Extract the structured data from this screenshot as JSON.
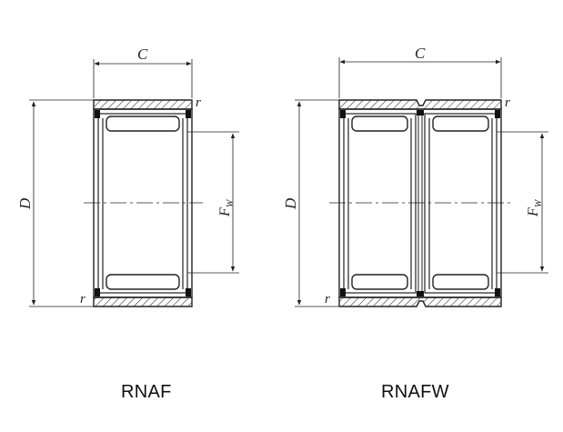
{
  "left": {
    "caption": "RNAF",
    "label_C": "C",
    "label_D": "D",
    "label_F": "F",
    "label_F_sub": "W",
    "label_r_top": "r",
    "label_r_bottom": "r"
  },
  "right": {
    "caption": "RNAFW",
    "label_C": "C",
    "label_D": "D",
    "label_F": "F",
    "label_F_sub": "W",
    "label_r_top": "r",
    "label_r_bottom": "r"
  }
}
